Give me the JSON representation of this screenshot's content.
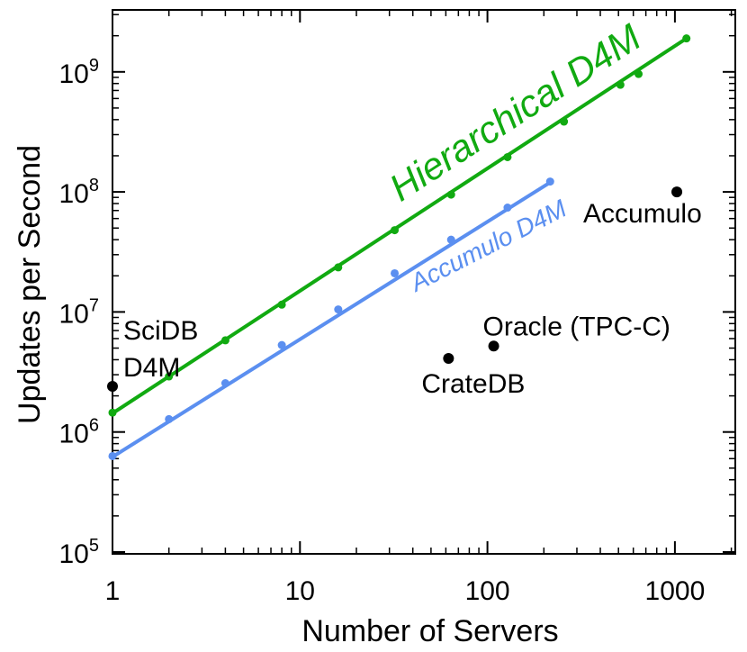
{
  "chart_data": {
    "type": "scatter",
    "xlabel": "Number of Servers",
    "ylabel": "Updates per Second",
    "xscale": "log",
    "yscale": "log",
    "xlim": [
      1,
      2000
    ],
    "ylim": [
      100000,
      2500000000
    ],
    "grid": false,
    "x_ticks": [
      {
        "value": 1,
        "label": "1"
      },
      {
        "value": 10,
        "label": "10"
      },
      {
        "value": 100,
        "label": "100"
      },
      {
        "value": 1000,
        "label": "1000"
      }
    ],
    "y_ticks": [
      {
        "value": 100000,
        "base": "10",
        "exp": "5"
      },
      {
        "value": 1000000,
        "base": "10",
        "exp": "6"
      },
      {
        "value": 10000000,
        "base": "10",
        "exp": "7"
      },
      {
        "value": 100000000,
        "base": "10",
        "exp": "8"
      },
      {
        "value": 1000000000,
        "base": "10",
        "exp": "9"
      }
    ],
    "series": [
      {
        "name": "Hierarchical D4M",
        "color": "#11aa11",
        "points": [
          [
            1,
            1450000
          ],
          [
            2,
            2900000
          ],
          [
            4,
            5800000
          ],
          [
            8,
            11500000
          ],
          [
            16,
            23500000
          ],
          [
            32,
            48000000
          ],
          [
            64,
            95000000
          ],
          [
            128,
            195000000
          ],
          [
            256,
            385000000
          ],
          [
            512,
            780000000
          ],
          [
            640,
            960000000
          ],
          [
            1152,
            1900000000
          ]
        ],
        "fit": [
          [
            1,
            1430000
          ],
          [
            1152,
            1900000000
          ]
        ]
      },
      {
        "name": "Accumulo D4M",
        "color": "#5b8ff0",
        "points": [
          [
            1,
            630000
          ],
          [
            2,
            1280000
          ],
          [
            4,
            2550000
          ],
          [
            8,
            5300000
          ],
          [
            16,
            10500000
          ],
          [
            32,
            21000000
          ],
          [
            64,
            40000000
          ],
          [
            128,
            74000000
          ],
          [
            216,
            122000000
          ]
        ],
        "fit": [
          [
            1,
            620000
          ],
          [
            216,
            120000000
          ]
        ]
      }
    ],
    "other_points": [
      {
        "label_lines": [
          "SciDB",
          "D4M"
        ],
        "x": 1,
        "y": 2400000,
        "color": "#000000"
      },
      {
        "label_lines": [
          "CrateDB"
        ],
        "x": 62,
        "y": 4100000,
        "color": "#000000"
      },
      {
        "label_lines": [
          "Oracle (TPC-C)"
        ],
        "x": 108,
        "y": 5200000,
        "color": "#000000"
      },
      {
        "label_lines": [
          "Accumulo"
        ],
        "x": 1024,
        "y": 100000000,
        "color": "#000000"
      }
    ]
  }
}
